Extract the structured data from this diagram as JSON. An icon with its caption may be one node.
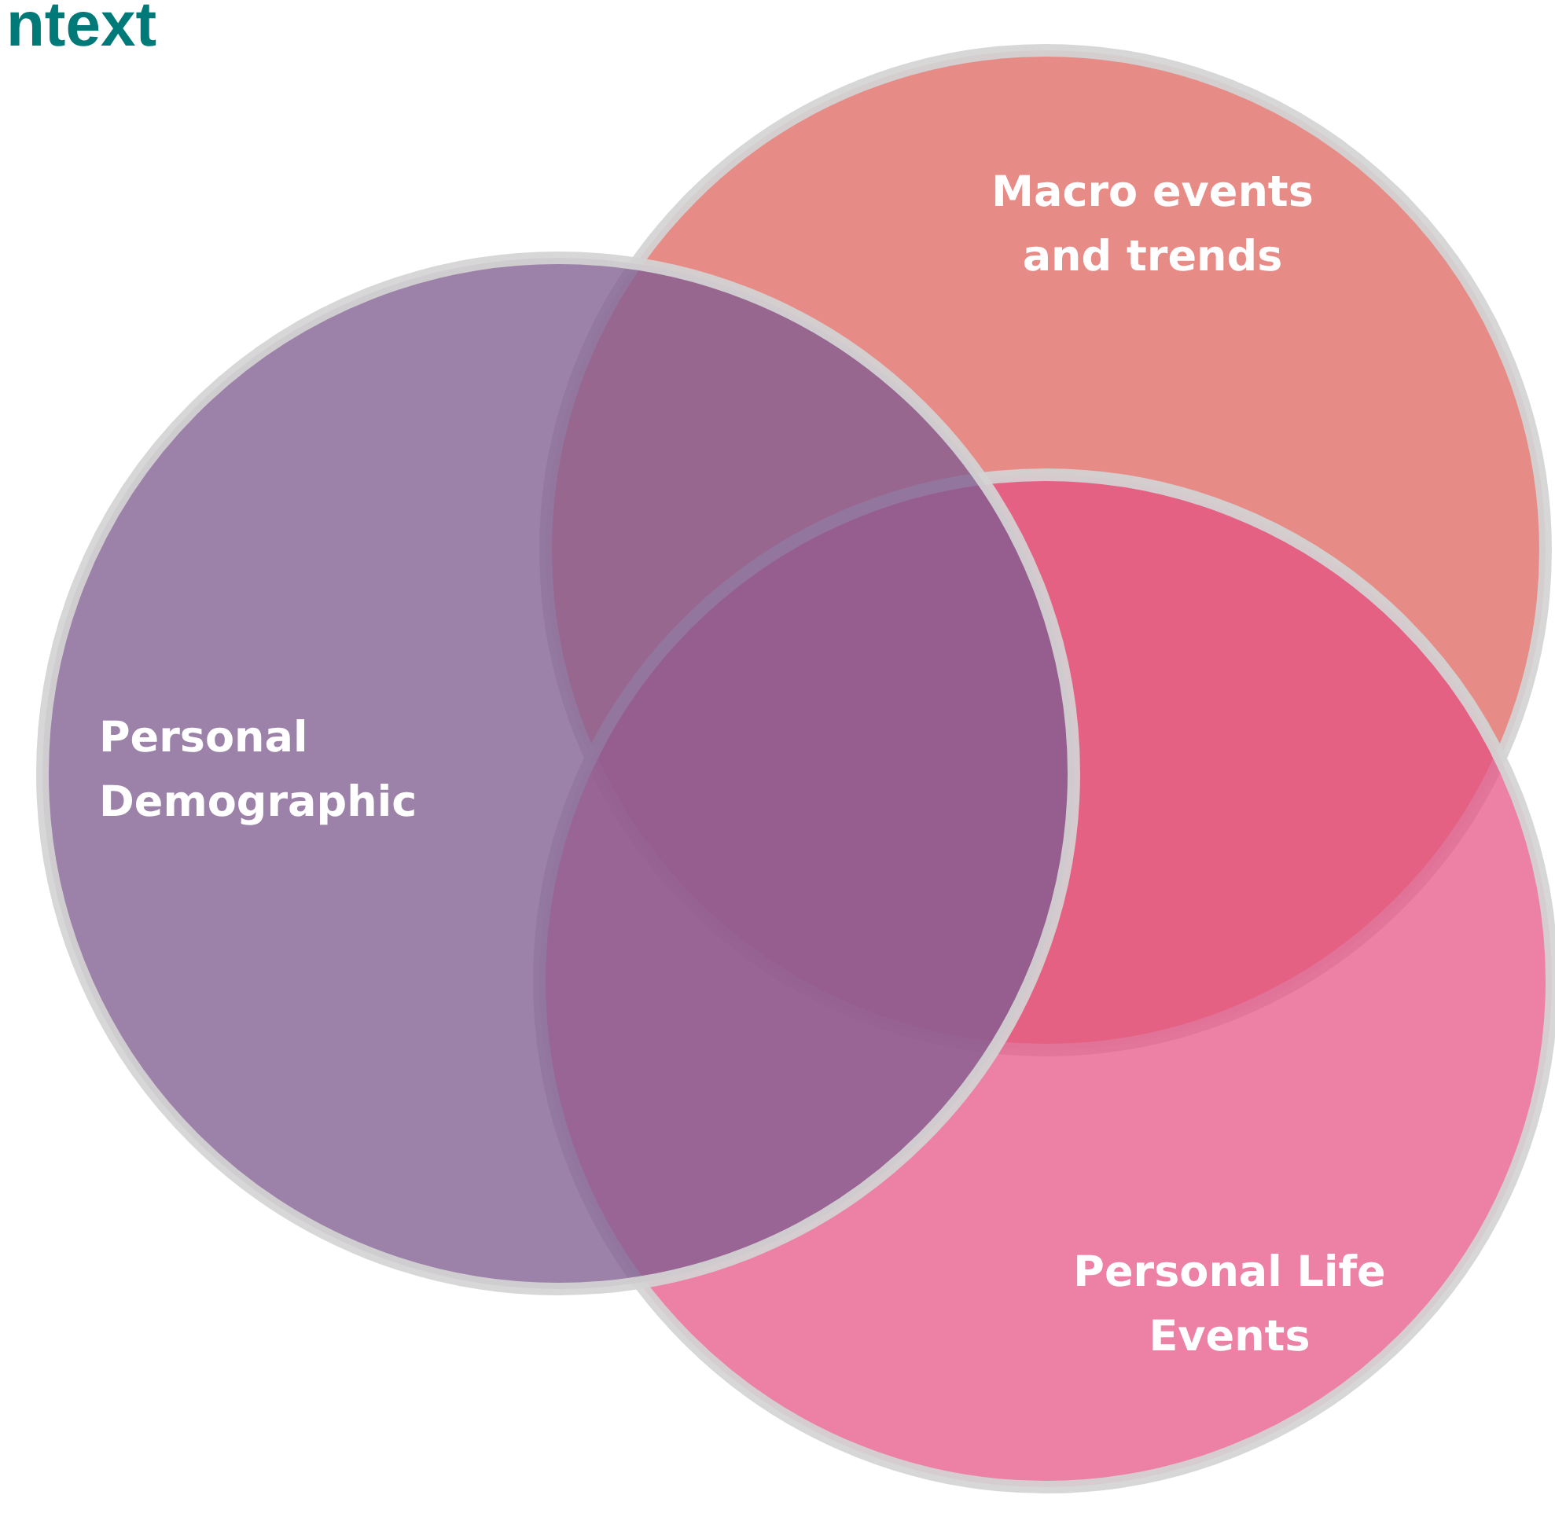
{
  "diagram": {
    "title": "ntext",
    "nodes": [
      {
        "text": [
          "Macro events and trends"
        ]
      },
      {
        "text": [
          "Personal Demographic"
        ]
      },
      {
        "text": [
          "Personal Life Events"
        ]
      }
    ]
  }
}
